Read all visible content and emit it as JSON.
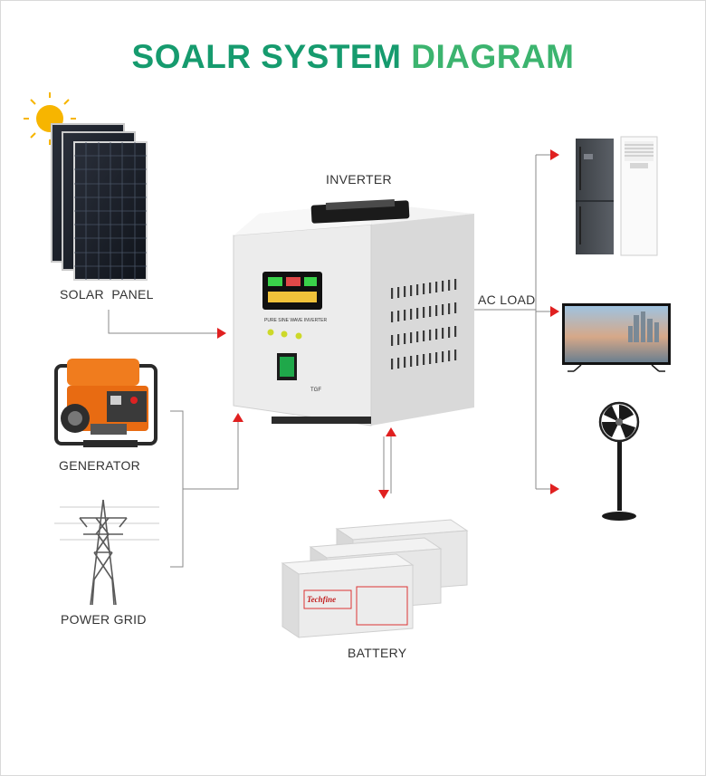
{
  "title": {
    "part1": "SOALR SYSTEM",
    "part2": "DIAGRAM"
  },
  "labels": {
    "inverter": "INVERTER",
    "solar_panel": "SOLAR  PANEL",
    "generator": "GENERATOR",
    "power_grid": "POWER GRID",
    "battery": "BATTERY",
    "ac_load": "AC LOAD"
  },
  "inverter_panel": {
    "model": "TGF",
    "name": "PURE SINE WAVE INVERTER"
  },
  "battery_brand": "Techfine",
  "colors": {
    "title_dark": "#169b6e",
    "title_light": "#3cb46f",
    "arrow": "#e02020",
    "line": "#8a8a8a",
    "inverter_body": "#ececec",
    "switch": "#1fa84a"
  }
}
